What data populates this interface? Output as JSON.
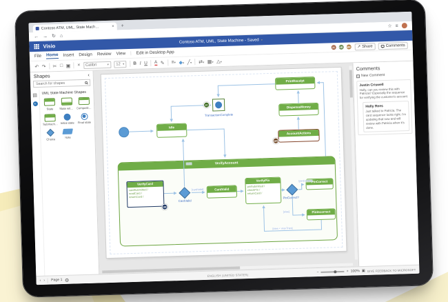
{
  "icons": {
    "chevron": "▾",
    "collapse_left": "‹",
    "back": "←",
    "forward": "→",
    "refresh": "↻",
    "home": "⌂",
    "star": "☆",
    "menu": "≡",
    "share": "↗",
    "close": "×",
    "new_tab": "+",
    "nav_prev": "‹",
    "nav_next": "›",
    "fit": "▣",
    "minus": "−",
    "plus": "+",
    "stencil": "▤",
    "add": "+"
  },
  "browser": {
    "tab_title": "Contoso ATM, UML, State Mach…"
  },
  "app_header": {
    "app_name": "Visio",
    "doc_title_display": "Contoso ATM, UML, State Machine  -  Saved"
  },
  "menu": {
    "items": [
      "File",
      "Home",
      "Insert",
      "Design",
      "Review",
      "View"
    ],
    "edit_desktop": "Edit in Desktop App"
  },
  "collab": {
    "avatars": [
      "JC",
      "HR",
      "MR"
    ],
    "share_label": "Share",
    "comments_label": "Comments"
  },
  "toolbar": {
    "icons": [
      {
        "name": "undo",
        "glyph": "↶"
      },
      {
        "name": "redo",
        "glyph": "↷"
      },
      {
        "name": "cut",
        "glyph": "✂"
      },
      {
        "name": "copy",
        "glyph": "□"
      },
      {
        "name": "paste",
        "glyph": "▣"
      },
      {
        "name": "delete",
        "glyph": "×"
      }
    ],
    "font_name": "Calibri",
    "font_size": "12",
    "bold": "B",
    "italic": "I",
    "underline": "U",
    "font_color": "A",
    "edit_glyph": "✎",
    "align_glyph": "≡",
    "fill_glyph": "◆",
    "line_glyph": "╱",
    "connector_glyph": "⇄",
    "grid_glyph": "▦",
    "shape_glyph": "△"
  },
  "shapes_panel": {
    "title": "Shapes",
    "search_placeholder": "Search for shapes",
    "stencil_title": "UML State Machine Shapes",
    "shapes": [
      {
        "label": "State"
      },
      {
        "label": "State with in…"
      },
      {
        "label": "Composite s…"
      },
      {
        "label": "Submachine…"
      },
      {
        "label": "Initial state"
      },
      {
        "label": "Final state"
      },
      {
        "label": "Choice"
      },
      {
        "label": "Note"
      }
    ]
  },
  "diagram": {
    "nodes": {
      "idle": "Idle",
      "transaction_complete": "TransactionComplete",
      "print_receipt": "PrintReceipt",
      "dispense_money": "DispenseMoney",
      "account_actions": "AccountActions",
      "verify_account": "VerifyAccount",
      "verify_card": {
        "title": "VerifyCard",
        "lines": [
          "cardSubmitted /",
          "readCard /",
          "returnCard /"
        ]
      },
      "card_valid_choice": "CardValid",
      "card_valid": "CardValid",
      "verify_pin": {
        "title": "VerifyPin",
        "lines": [
          "pinSubmitted /",
          "checkPin /",
          "returnCard /"
        ]
      },
      "pin_choice": "PinCorrect?",
      "pin_correct": "PinCorrect",
      "pin_incorrect": "PinIncorrect"
    },
    "edge_labels": {
      "card_valid": "[cardValid]",
      "to_idle_else": "[else]",
      "pin_correct": "[pinCorrect]",
      "to_incorrect_else": "[else]",
      "retry": "[tries < maxTries]"
    },
    "badges": {
      "jc": "JC",
      "hr": "HR",
      "mr": "MR"
    }
  },
  "comments_panel": {
    "title": "Comments",
    "new_comment": "New Comment",
    "comments": [
      {
        "author": "Justin Criswell",
        "text": "Holly, can you review this with Patricia? Especially the sequence for verifying the customer's account."
      },
      {
        "author": "Holly Rees",
        "text": "Just talked to Patricia. The card sequence looks right. I'm updating that now and will review with Patricia when it's done."
      }
    ]
  },
  "status_bar": {
    "page": "Page 1",
    "language": "ENGLISH (UNITED STATES)",
    "zoom": "100%",
    "feedback": "GIVE FEEDBACK TO MICROSOFT"
  }
}
